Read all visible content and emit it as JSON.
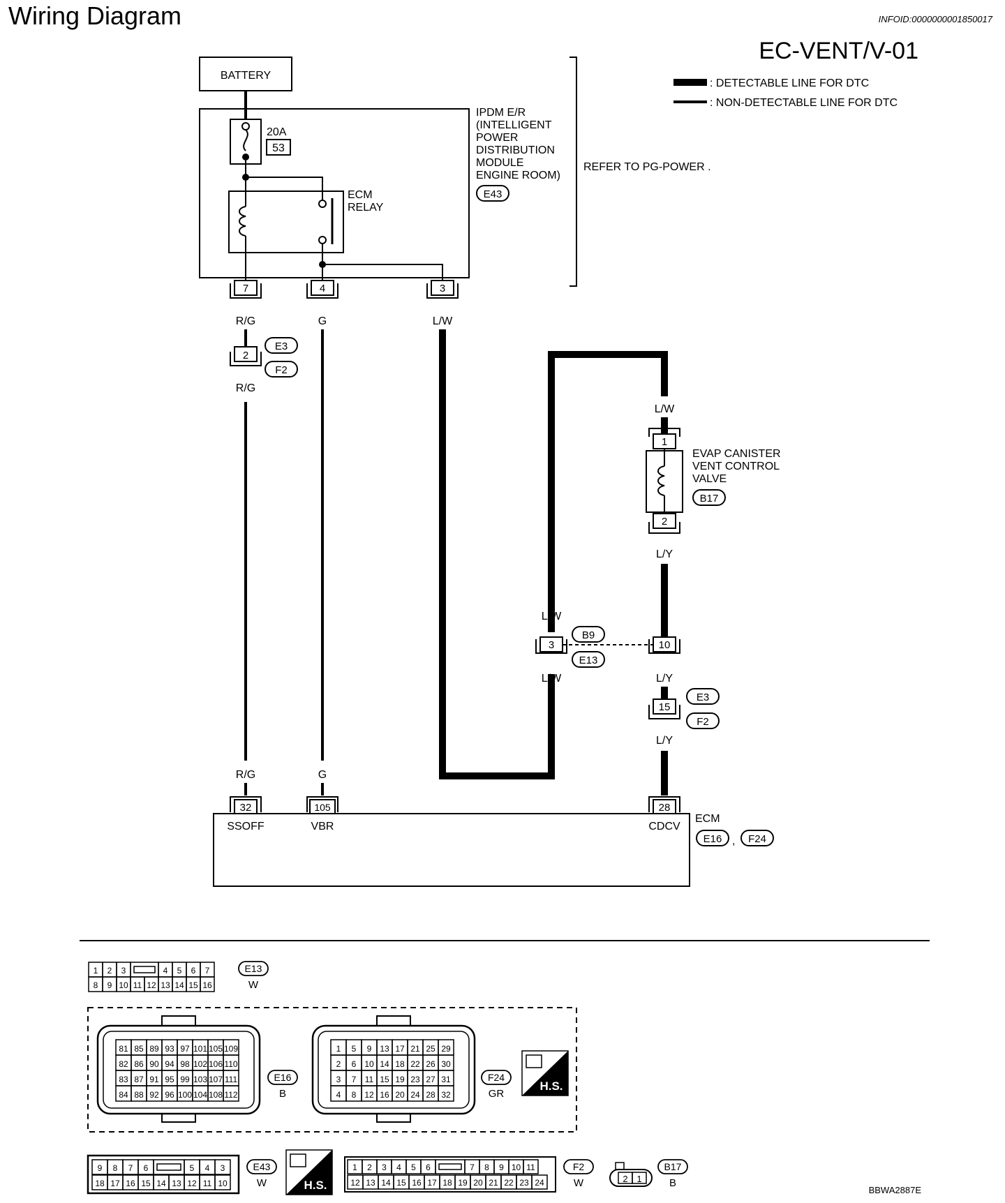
{
  "header": {
    "title": "Wiring Diagram",
    "info_id": "INFOID:0000000001850017",
    "code": "EC-VENT/V-01",
    "footer_code": "BBWA2887E"
  },
  "legend": {
    "detectable": ": DETECTABLE LINE FOR DTC",
    "non_detectable": ": NON-DETECTABLE LINE FOR DTC"
  },
  "components": {
    "battery": "BATTERY",
    "fuse_rating": "20A",
    "fuse_number": "53",
    "ipdm_label": [
      "IPDM E/R",
      "(INTELLIGENT",
      "POWER",
      "DISTRIBUTION",
      "MODULE",
      "ENGINE ROOM)"
    ],
    "ipdm_conn": "E43",
    "ecm_relay": [
      "ECM",
      "RELAY"
    ],
    "refer": "REFER TO  PG-POWER .",
    "evap_label": [
      "EVAP CANISTER",
      "VENT CONTROL",
      "VALVE"
    ],
    "evap_conn": "B17",
    "ecm_label": "ECM",
    "ecm_conn_1": "E16",
    "ecm_conn_2": "F24",
    "ecm_sep": ","
  },
  "pins": {
    "ipdm_7": "7",
    "ipdm_4": "4",
    "ipdm_3": "3",
    "junction_e3_rg": "2",
    "junction_b9": "3",
    "junction_e13": "10",
    "junction_e3_ly": "15",
    "evap_1": "1",
    "evap_2": "2",
    "ecm_32": "32",
    "ecm_105": "105",
    "ecm_28": "28"
  },
  "conn_tags": {
    "e3_a": "E3",
    "f2_a": "F2",
    "b9": "B9",
    "e13": "E13",
    "e3_b": "E3",
    "f2_b": "F2"
  },
  "wires": {
    "rg_1": "R/G",
    "g_1": "G",
    "lw_1": "L/W",
    "rg_2": "R/G",
    "lw_evap": "L/W",
    "ly_evap": "L/Y",
    "lw_3": "L/W",
    "lw_4": "L/W",
    "ly_2": "L/Y",
    "ly_3": "L/Y",
    "rg_3": "R/G",
    "g_2": "G"
  },
  "ecm_terminals": {
    "ssoff": "SSOFF",
    "vbr": "VBR",
    "cdcv": "CDCV"
  },
  "connector_views": {
    "e13": {
      "tag": "E13",
      "color": "W",
      "row1": [
        "1",
        "2",
        "3",
        "",
        "4",
        "5",
        "6",
        "7"
      ],
      "row2": [
        "8",
        "9",
        "10",
        "11",
        "12",
        "13",
        "14",
        "15",
        "16"
      ]
    },
    "e16": {
      "tag": "E16",
      "color": "B",
      "rows": [
        [
          "81",
          "85",
          "89",
          "93",
          "97",
          "101",
          "105",
          "109"
        ],
        [
          "82",
          "86",
          "90",
          "94",
          "98",
          "102",
          "106",
          "110"
        ],
        [
          "83",
          "87",
          "91",
          "95",
          "99",
          "103",
          "107",
          "111"
        ],
        [
          "84",
          "88",
          "92",
          "96",
          "100",
          "104",
          "108",
          "112"
        ]
      ]
    },
    "f24": {
      "tag": "F24",
      "color": "GR",
      "rows": [
        [
          "1",
          "5",
          "9",
          "13",
          "17",
          "21",
          "25",
          "29"
        ],
        [
          "2",
          "6",
          "10",
          "14",
          "18",
          "22",
          "26",
          "30"
        ],
        [
          "3",
          "7",
          "11",
          "15",
          "19",
          "23",
          "27",
          "31"
        ],
        [
          "4",
          "8",
          "12",
          "16",
          "20",
          "24",
          "28",
          "32"
        ]
      ]
    },
    "hs_label": "H.S.",
    "e43": {
      "tag": "E43",
      "color": "W",
      "row1": [
        "9",
        "8",
        "7",
        "6",
        "",
        "5",
        "4",
        "3"
      ],
      "row2": [
        "18",
        "17",
        "16",
        "15",
        "14",
        "13",
        "12",
        "11",
        "10"
      ]
    },
    "f2": {
      "tag": "F2",
      "color": "W",
      "row1": [
        "1",
        "2",
        "3",
        "4",
        "5",
        "6",
        "",
        "7",
        "8",
        "9",
        "10",
        "11"
      ],
      "row2": [
        "12",
        "13",
        "14",
        "15",
        "16",
        "17",
        "18",
        "19",
        "20",
        "21",
        "22",
        "23",
        "24"
      ]
    },
    "b17": {
      "tag": "B17",
      "color": "B",
      "pins": [
        "2",
        "1"
      ]
    }
  }
}
